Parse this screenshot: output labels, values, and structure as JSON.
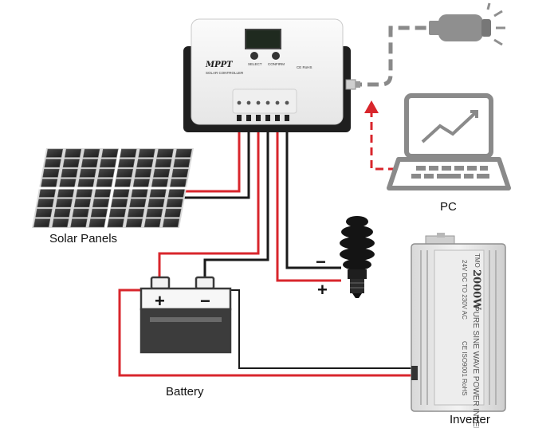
{
  "controller": {
    "brand": "MPPT",
    "subtitle": "SOLAR CONTROLLER",
    "btn_select": "SELECT",
    "btn_confirm": "CONFIRM",
    "cert": "CE RoHS"
  },
  "labels": {
    "solar_panels": "Solar Panels",
    "battery": "Battery",
    "pc": "PC",
    "inverter": "Inverter"
  },
  "battery": {
    "plus": "+",
    "minus": "−"
  },
  "load": {
    "minus": "−",
    "plus": "+"
  },
  "inverter_face": {
    "brand": "TMO",
    "power": "2000W",
    "model": "PURE SINE WAVE POWER INVERTER",
    "spec": "24V DC TO 230V AC",
    "certs": "CE ISO9001 RoHS"
  },
  "colors": {
    "positive_wire": "#d8262c",
    "negative_wire": "#1a1a1a",
    "usb_cable": "#8a8a8a",
    "data_arrow": "#d8262c",
    "panel_cell": "#2b2b2b"
  },
  "icons": [
    "car-lighter-icon",
    "laptop-icon",
    "bulb-icon",
    "battery-icon",
    "solar-panel-icon",
    "inverter-icon"
  ]
}
